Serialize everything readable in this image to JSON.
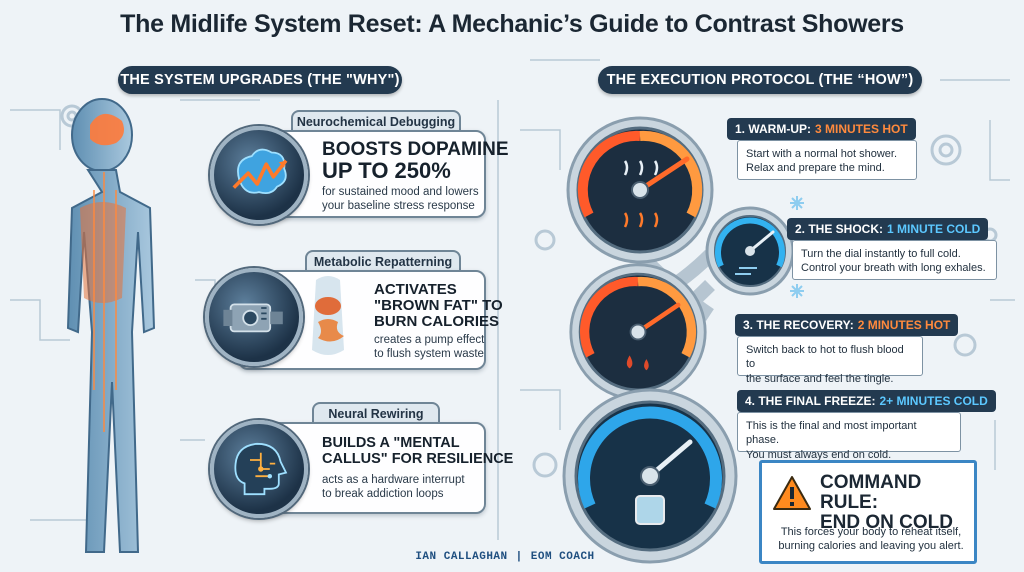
{
  "title": "The Midlife System Reset: A Mechanic’s Guide to Contrast Showers",
  "left_section": {
    "header": "THE SYSTEM UPGRADES (THE \"WHY\")",
    "cards": [
      {
        "tab": "Neurochemical Debugging",
        "headline_1": "BOOSTS DOPAMINE",
        "headline_2": "UP TO 250%",
        "sub_1": "for sustained mood and lowers",
        "sub_2": "your baseline stress response",
        "icon": "brain-chart-icon"
      },
      {
        "tab": "Metabolic Repatterning",
        "headline_1": "ACTIVATES",
        "headline_2": "\"BROWN FAT\" TO",
        "headline_3": "BURN CALORIES",
        "sub_1": "creates a pump effect",
        "sub_2": "to flush system waste",
        "icon": "engine-icon"
      },
      {
        "tab": "Neural Rewiring",
        "headline_1": "BUILDS A \"MENTAL",
        "headline_2": "CALLUS\" FOR RESILIENCE",
        "sub_1": "acts as a hardware interrupt",
        "sub_2": "to break addiction loops",
        "icon": "circuit-head-icon"
      }
    ]
  },
  "right_section": {
    "header": "THE EXECUTION PROTOCOL (THE “HOW”)",
    "steps": [
      {
        "label": "1. WARM-UP:",
        "accent": "3 MINUTES HOT",
        "line_1": "Start with a normal hot shower.",
        "line_2": "Relax and prepare the mind.",
        "gauge": "hot"
      },
      {
        "label": "2. THE SHOCK:",
        "accent": "1 MINUTE COLD",
        "line_1": "Turn the dial instantly to full cold.",
        "line_2": "Control your breath with long exhales.",
        "gauge": "cold"
      },
      {
        "label": "3. THE RECOVERY:",
        "accent": "2 MINUTES HOT",
        "line_1": "Switch back to hot to flush blood to",
        "line_2": "the surface and feel the tingle.",
        "gauge": "hot"
      },
      {
        "label": "4. THE FINAL FREEZE:",
        "accent": "2+ MINUTES COLD",
        "line_1": "This is the final and most important phase.",
        "line_2": "You must always end on cold.",
        "gauge": "cold"
      }
    ],
    "rule": {
      "title_1": "COMMAND RULE:",
      "title_2": "END ON COLD",
      "body_1": "This forces your body to reheat itself,",
      "body_2": "burning calories and leaving you alert.",
      "icon": "warning-icon"
    }
  },
  "footer": {
    "name": "IAN CALLAGHAN",
    "separator": "|",
    "role": "EOM COACH"
  },
  "colors": {
    "navy": "#233a50",
    "hot": "#ff8a3d",
    "cold": "#5cc8ff",
    "rule_border": "#3b86c4"
  }
}
